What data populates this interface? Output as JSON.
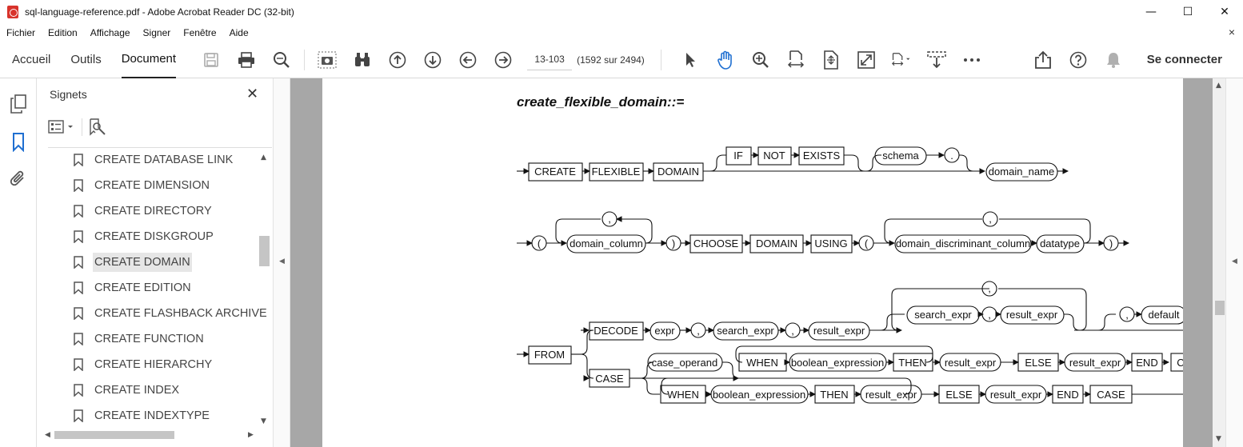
{
  "window": {
    "title": "sql-language-reference.pdf - Adobe Acrobat Reader DC (32-bit)",
    "minimize": "—",
    "maximize": "☐",
    "close": "✕"
  },
  "menu": {
    "items": [
      "Fichier",
      "Edition",
      "Affichage",
      "Signer",
      "Fenêtre",
      "Aide"
    ],
    "close": "×"
  },
  "toolbar": {
    "tabs": [
      "Accueil",
      "Outils",
      "Document"
    ],
    "active_tab": "Document",
    "page_field": "13-103",
    "page_count": "(1592 sur 2494)",
    "connect_label": "Se connecter"
  },
  "bookmarks": {
    "title": "Signets",
    "close": "✕",
    "items": [
      "CREATE DATABASE LINK",
      "CREATE DIMENSION",
      "CREATE DIRECTORY",
      "CREATE DISKGROUP",
      "CREATE DOMAIN",
      "CREATE EDITION",
      "CREATE FLASHBACK ARCHIVE",
      "CREATE FUNCTION",
      "CREATE HIERARCHY",
      "CREATE INDEX",
      "CREATE INDEXTYPE"
    ],
    "selected": "CREATE DOMAIN"
  },
  "document": {
    "heading": "create_flexible_domain::=",
    "row1": [
      "CREATE",
      "FLEXIBLE",
      "DOMAIN",
      "IF",
      "NOT",
      "EXISTS",
      "schema",
      ".",
      "domain_name"
    ],
    "row2": [
      "(",
      ",",
      "domain_column",
      ")",
      "CHOOSE",
      "DOMAIN",
      "USING",
      "(",
      ",",
      "domain_discriminant_column",
      "datatype",
      ")"
    ],
    "row3": [
      ",",
      "FROM",
      "DECODE",
      "expr",
      ",",
      "search_expr",
      ",",
      "result_expr",
      "search_expr",
      ",",
      "result_expr",
      ",",
      "default"
    ],
    "row4": [
      "CASE",
      "case_operand",
      "WHEN",
      "boolean_expression",
      "THEN",
      "result_expr",
      "ELSE",
      "result_expr",
      "END",
      "C"
    ],
    "row5": [
      "WHEN",
      "boolean_expression",
      "THEN",
      "result_expr",
      "ELSE",
      "result_expr",
      "END",
      "CASE"
    ]
  }
}
